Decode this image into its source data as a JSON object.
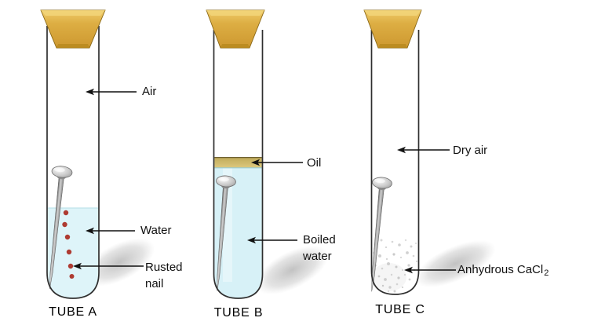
{
  "labels": {
    "air": "Air",
    "water": "Water",
    "rusted_nail": "Rusted nail",
    "oil": "Oil",
    "boiled_water": "Boiled water",
    "dry_air": "Dry air",
    "anhydrous_main": "Anhydrous CaCl",
    "anhydrous_sub": "2"
  },
  "captions": {
    "tube_a": "TUBE A",
    "tube_b": "TUBE B",
    "tube_c": "TUBE C"
  },
  "colors": {
    "background": "#FFFFFF",
    "cork": "#DDAE43",
    "glass_outline": "#2F2F2F",
    "water": "#DEF4F9",
    "boiled_water": "#D7F1F7",
    "oil": "#CDB768",
    "rust_spot": "#AE3B32",
    "nail": "#9A9A9A",
    "cacl2_granule": "#BDBDBD",
    "label_text": "#111111"
  }
}
